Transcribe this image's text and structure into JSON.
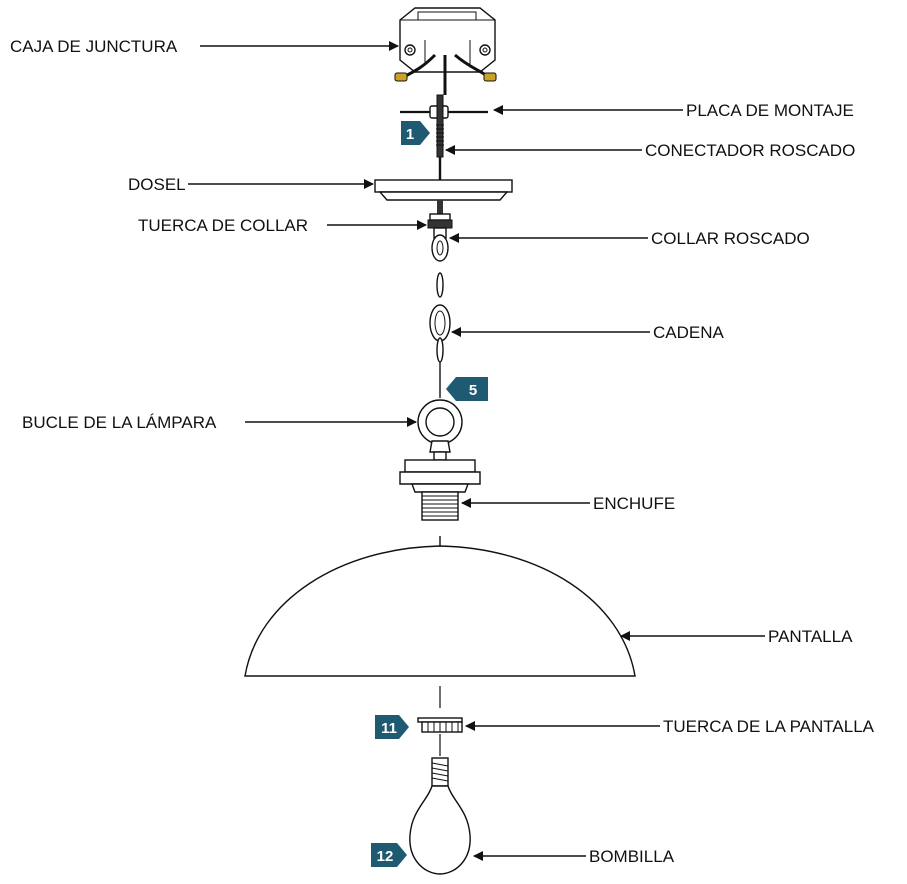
{
  "labels": {
    "junction_box": "CAJA DE JUNCTURA",
    "mounting_plate": "PLACA DE MONTAJE",
    "threaded_connector": "CONECTADOR ROSCADO",
    "canopy": "DOSEL",
    "collar_nut": "TUERCA DE COLLAR",
    "threaded_collar": "COLLAR ROSCADO",
    "chain": "CADENA",
    "lamp_loop": "BUCLE DE LA LÁMPARA",
    "socket": "ENCHUFE",
    "shade": "PANTALLA",
    "shade_nut": "TUERCA DE LA PANTALLA",
    "bulb": "BOMBILLA"
  },
  "steps": {
    "step_1": "1",
    "step_5": "5",
    "step_11": "11",
    "step_12": "12"
  },
  "colors": {
    "badge": "#1f5a73",
    "line": "#111111",
    "wire_accent": "#c9a227"
  }
}
